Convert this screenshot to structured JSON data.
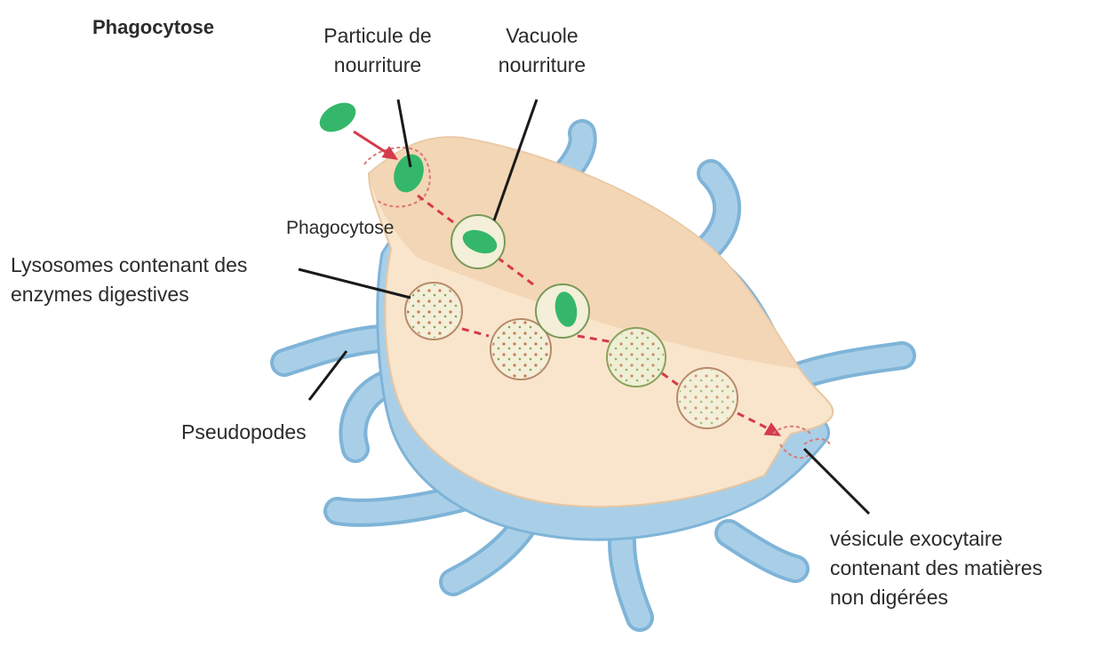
{
  "title": "Phagocytose",
  "labels": {
    "food_particle": "Particule de\nnourriture",
    "food_vacuole": "Vacuole\nnourriture",
    "phagocytosis": "Phagocytose",
    "lysosomes": "Lysosomes contenant des\nenzymes digestives",
    "pseudopods": "Pseudopodes",
    "exocytic_vesicle": "vésicule exocytaire\ncontenant des matières\nnon digérées"
  },
  "colors": {
    "cell_cytoplasm": "#f9e5cc",
    "cell_cytoplasm_dark": "#f0d0ae",
    "pseudopod_fill": "#a9cfe8",
    "pseudopod_edge": "#7fb4d8",
    "food_green": "#34b76a",
    "vesicle_fill": "#f3efd8",
    "arrow_red": "#d43a4a",
    "leader_line": "#1a1a1a"
  }
}
